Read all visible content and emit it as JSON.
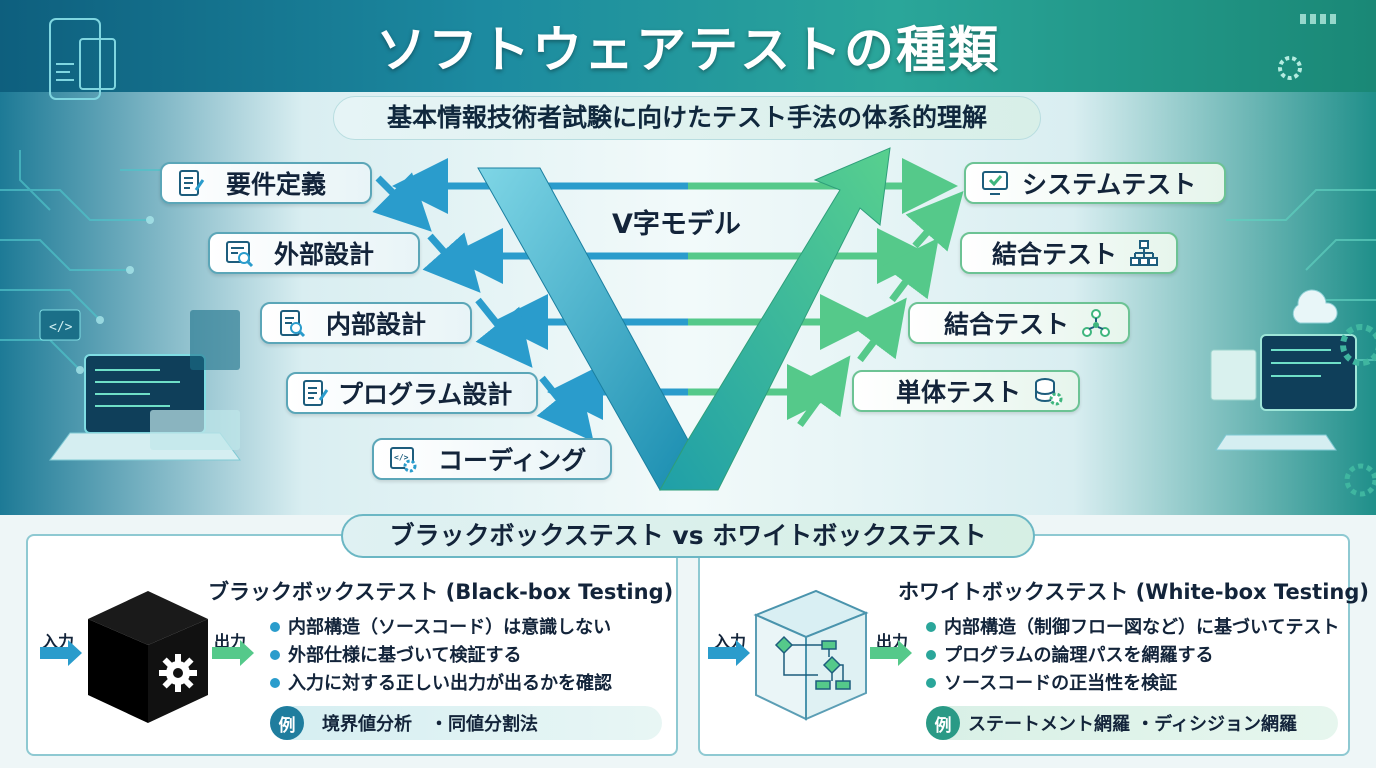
{
  "title": "ソフトウェアテストの種類",
  "subtitle": "基本情報技術者試験に向けたテスト手法の体系的理解",
  "v_model": {
    "label": "V字モデル",
    "left_stages": [
      {
        "label": "要件定義",
        "icon": "document-pen-icon"
      },
      {
        "label": "外部設計",
        "icon": "document-search-icon"
      },
      {
        "label": "内部設計",
        "icon": "document-search-icon"
      },
      {
        "label": "プログラム設計",
        "icon": "document-pen-icon"
      },
      {
        "label": "コーディング",
        "icon": "code-gear-icon"
      }
    ],
    "right_stages": [
      {
        "label": "システムテスト",
        "icon": "monitor-check-icon"
      },
      {
        "label": "結合テスト",
        "icon": "hierarchy-icon"
      },
      {
        "label": "結合テスト",
        "icon": "network-icon"
      },
      {
        "label": "単体テスト",
        "icon": "database-gear-icon"
      }
    ]
  },
  "comparison": {
    "title": "ブラックボックステスト vs ホワイトボックステスト",
    "black_box": {
      "title": "ブラックボックステスト (Black-box Testing)",
      "input_label": "入力",
      "output_label": "出力",
      "bullets": [
        "内部構造（ソースコード）は意識しない",
        "外部仕様に基づいて検証する",
        "入力に対する正しい出力が出るかを確認"
      ],
      "example_badge": "例",
      "example_text": "境界値分析　・同値分割法"
    },
    "white_box": {
      "title": "ホワイトボックステスト (White-box Testing)",
      "input_label": "入力",
      "output_label": "出力",
      "bullets": [
        "内部構造（制御フロー図など）に基づいてテスト",
        "プログラムの論理パスを網羅する",
        "ソースコードの正当性を検証"
      ],
      "example_badge": "例",
      "example_text": "ステートメント網羅 ・ディシジョン網羅"
    }
  },
  "colors": {
    "accent_blue": "#1f8fb0",
    "accent_green": "#3fb67e",
    "dark_text": "#13243a"
  }
}
